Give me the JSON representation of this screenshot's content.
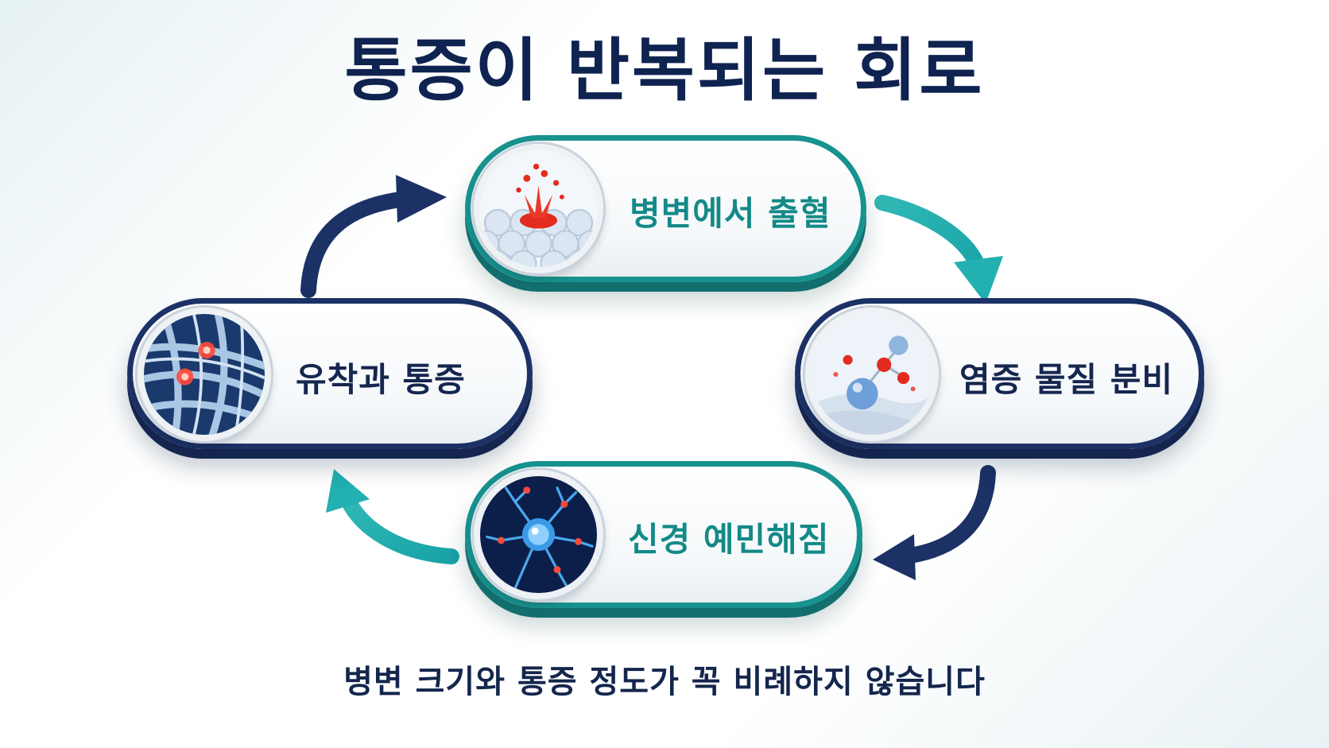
{
  "title": "통증이 반복되는 회로",
  "footer": "병변 크기와 통증 정도가 꼭 비례하지 않습니다",
  "cycle": {
    "top": {
      "label": "병변에서 출혈",
      "icon": "bleeding-tissue-icon"
    },
    "right": {
      "label": "염증 물질 분비",
      "icon": "inflammatory-molecules-icon"
    },
    "bottom": {
      "label": "신경 예민해짐",
      "icon": "neuron-icon"
    },
    "left": {
      "label": "유착과 통증",
      "icon": "adhesion-fibers-icon"
    }
  },
  "colors": {
    "navy": "#1c3266",
    "teal": "#18928f",
    "title": "#0f2350",
    "accent_red": "#e32b1f"
  }
}
